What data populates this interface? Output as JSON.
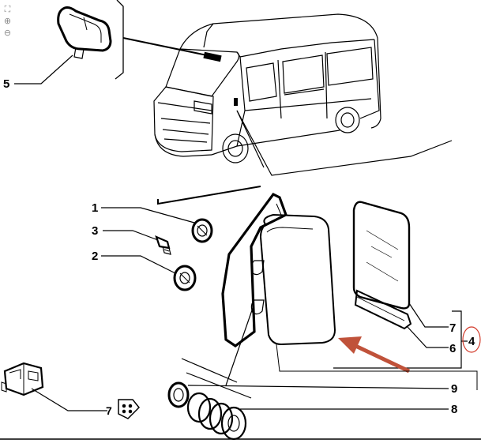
{
  "toolbar": {
    "tools": [
      {
        "name": "fit-icon",
        "glyph": "⛶"
      },
      {
        "name": "zoom-in-icon",
        "glyph": "⊕"
      },
      {
        "name": "zoom-out-icon",
        "glyph": "⊖"
      }
    ]
  },
  "callouts": {
    "c1": "1",
    "c2": "2",
    "c3": "3",
    "c4": "4",
    "c5": "5",
    "c6": "6",
    "c7_mirror": "7",
    "c7_switch": "7",
    "c8": "8",
    "c9": "9"
  },
  "colors": {
    "ink": "#000000",
    "arrow": "#c0523a",
    "highlight_circle": "#d23a2a"
  }
}
